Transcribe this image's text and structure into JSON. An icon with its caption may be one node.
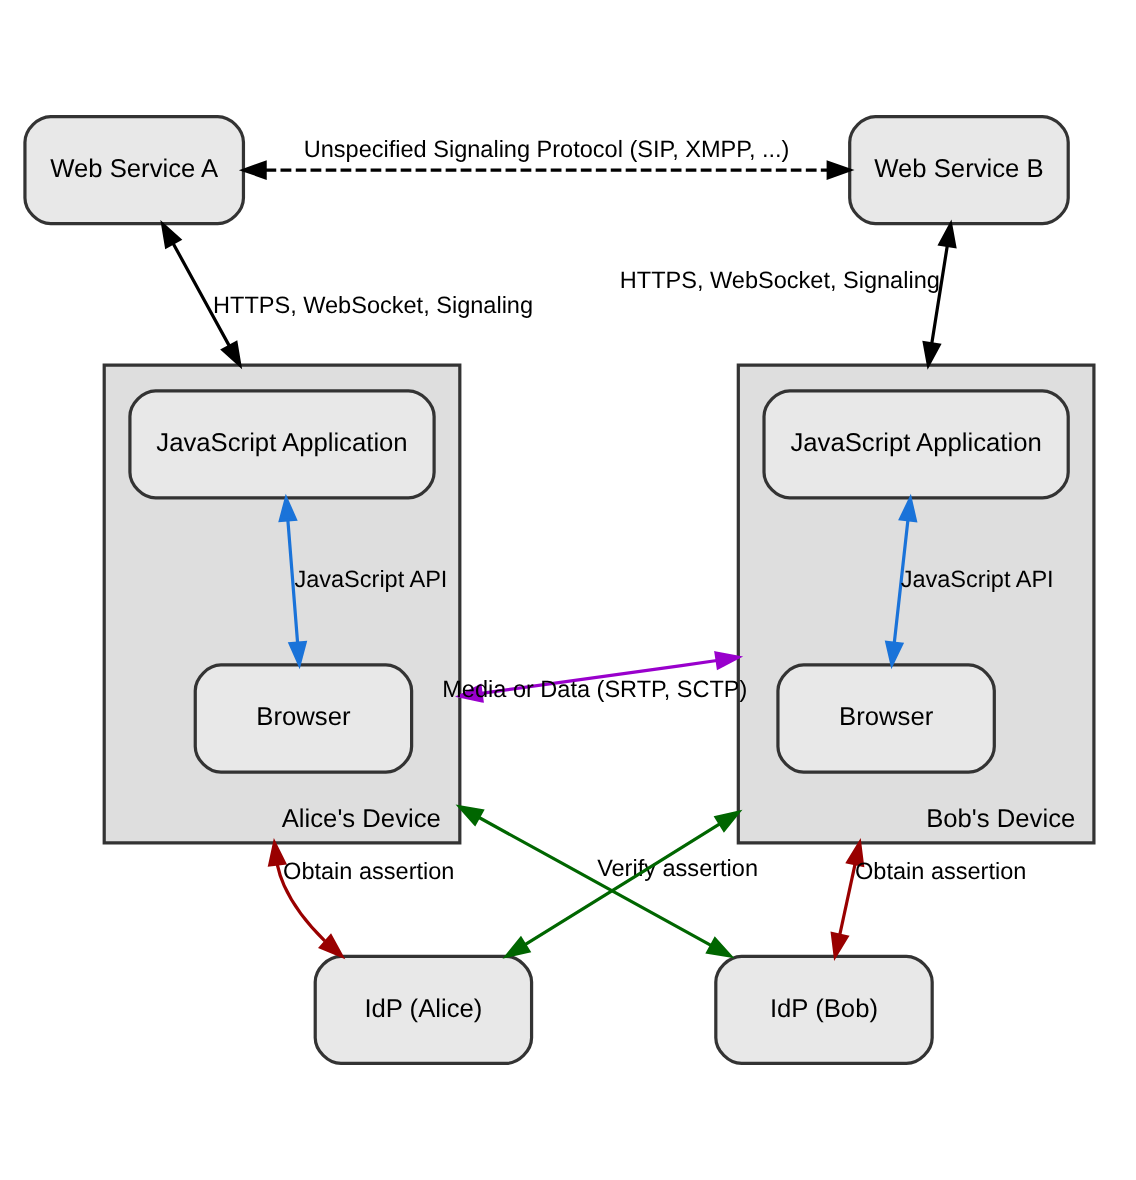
{
  "diagram": {
    "nodes": [
      {
        "text": [
          "Web Service A"
        ]
      },
      {
        "text": [
          "Web Service B"
        ]
      },
      {
        "text": [
          "Alice's Device"
        ]
      },
      {
        "text": [
          "JavaScript Application"
        ],
        "in": 2
      },
      {
        "text": [
          "Browser"
        ],
        "in": 2
      },
      {
        "text": [
          "Bob's Device"
        ]
      },
      {
        "text": [
          "JavaScript Application"
        ],
        "in": 5
      },
      {
        "text": [
          "Browser"
        ],
        "in": 5
      },
      {
        "text": [
          "IdP (Alice)"
        ]
      },
      {
        "text": [
          "IdP (Bob)"
        ]
      }
    ],
    "edges": [
      {
        "from": 0,
        "to": 1,
        "arrow": "both",
        "style": "dashed",
        "label": "Unspecified Signaling Protocol (SIP, XMPP, ...)"
      },
      {
        "from": 0,
        "to": 2,
        "arrow": "both",
        "label": "HTTPS, WebSocket, Signaling"
      },
      {
        "from": 1,
        "to": 5,
        "arrow": "both",
        "label": "HTTPS, WebSocket, Signaling"
      },
      {
        "from": 3,
        "to": 4,
        "arrow": "both",
        "color": "#1a73d9",
        "label": "JavaScript API"
      },
      {
        "from": 6,
        "to": 7,
        "arrow": "both",
        "color": "#1a73d9",
        "label": "JavaScript API"
      },
      {
        "from": 2,
        "to": 5,
        "arrow": "both",
        "color": "#9900cc",
        "label": "Media or Data (SRTP, SCTP)"
      },
      {
        "from": 2,
        "to": 9,
        "arrow": "both",
        "color": "#006600",
        "label": "Verify assertion"
      },
      {
        "from": 8,
        "to": 5,
        "arrow": "both",
        "color": "#006600"
      },
      {
        "from": 2,
        "to": 8,
        "arrow": "both",
        "color": "#990000",
        "label": "Obtain assertion"
      },
      {
        "from": 5,
        "to": 9,
        "arrow": "both",
        "color": "#990000",
        "label": "Obtain assertion"
      }
    ]
  }
}
